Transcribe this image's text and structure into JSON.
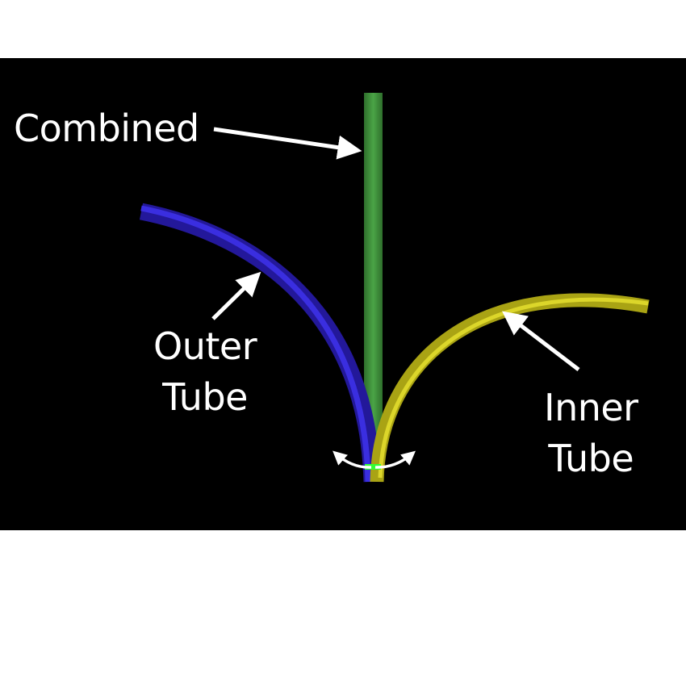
{
  "labels": {
    "combined": "Combined",
    "outer_line1": "Outer",
    "outer_line2": "Tube",
    "inner_line1": "Inner",
    "inner_line2": "Tube"
  },
  "colors": {
    "background": "#000000",
    "combined_tube": "#3f8f3b",
    "outer_tube": "#2a1fc8",
    "inner_tube": "#c8c21a",
    "annotation": "#ffffff",
    "junction": "#33ff33"
  },
  "icons": {
    "rotation": "double-headed-curved-arrow"
  }
}
